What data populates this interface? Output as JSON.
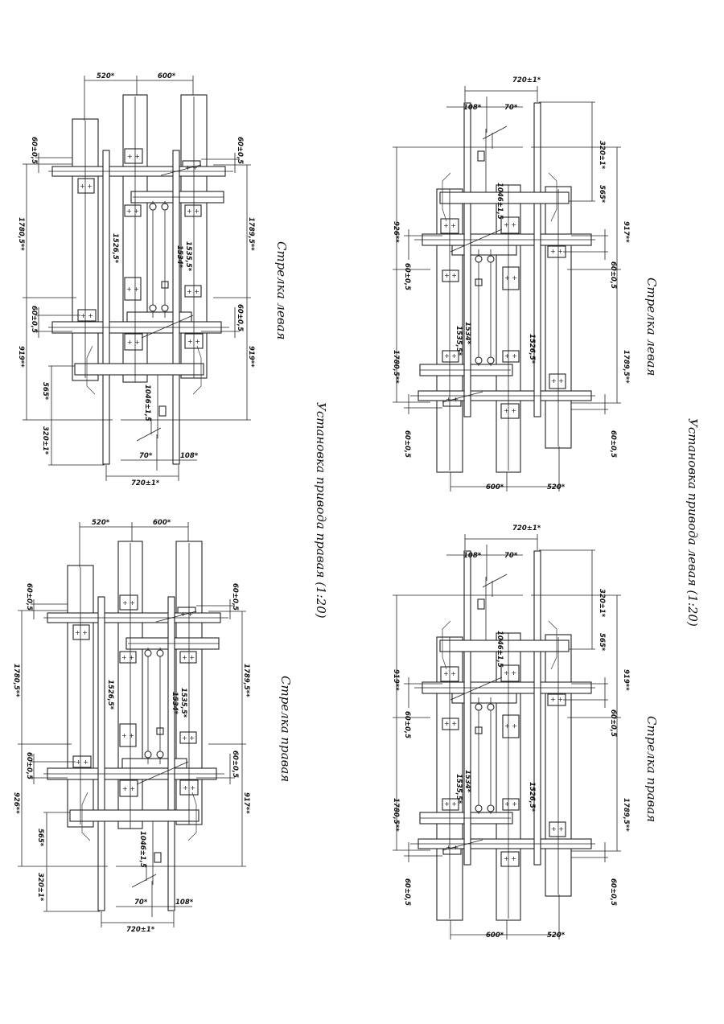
{
  "captions": {
    "right_install": "Установка привода правая (1:20)",
    "left_install": "Установка привода левая (1:20)"
  },
  "drawings": [
    {
      "title": "Стрелка левая",
      "dims": {
        "top_a": "520*",
        "top_b": "600*",
        "gauge_tl": "60±0,5",
        "gauge_bl": "60±0,5",
        "gauge_tr": "60±0,5",
        "gauge_br": "60±0,5",
        "left_long": "1780,5**",
        "right_long": "1789,5**",
        "left_short": "919**",
        "right_short": "919**",
        "d565": "565*",
        "d320": "320±1*",
        "d70": "70*",
        "d108": "108*",
        "d720": "720±1*",
        "d1526": "1526,5*",
        "d1535": "1535,5*",
        "d1534": "1534*",
        "d1046": "1046±1,5"
      }
    },
    {
      "title": "Стрелка левая",
      "dims": {
        "top_a": "520*",
        "top_b": "600*",
        "gauge_tl": "60±0,5",
        "gauge_bl": "60±0,5",
        "gauge_tr": "60±0,5",
        "gauge_br": "60±0,5",
        "left_long": "1789,5**",
        "right_long": "1780,5**",
        "left_short": "917**",
        "right_short": "926**",
        "d565": "565*",
        "d320": "320±1*",
        "d70": "70*",
        "d108": "108*",
        "d720": "720±1*",
        "d1526": "1526,5*",
        "d1535": "1535,5*",
        "d1534": "1534*",
        "d1046": "1046±1,5"
      }
    },
    {
      "title": "Стрелка правая",
      "dims": {
        "top_a": "520*",
        "top_b": "600*",
        "gauge_tl": "60±0,5",
        "gauge_bl": "60±0,5",
        "gauge_tr": "60±0,5",
        "gauge_br": "60±0,5",
        "left_long": "1780,5**",
        "right_long": "1789,5**",
        "left_short": "926**",
        "right_short": "917**",
        "d565": "565*",
        "d320": "320±1*",
        "d70": "70*",
        "d108": "108*",
        "d720": "720±1*",
        "d1526": "1526,5*",
        "d1535": "1535,5*",
        "d1534": "1534*",
        "d1046": "1046±1,5"
      }
    },
    {
      "title": "Стрелка правая",
      "dims": {
        "top_a": "520*",
        "top_b": "600*",
        "gauge_tl": "60±0,5",
        "gauge_bl": "60±0,5",
        "gauge_tr": "60±0,5",
        "gauge_br": "60±0,5",
        "left_long": "1789,5**",
        "right_long": "1780,5**",
        "left_short": "919**",
        "right_short": "919**",
        "d565": "565*",
        "d320": "320±1*",
        "d70": "70*",
        "d108": "108*",
        "d720": "720±1*",
        "d1526": "1526,5*",
        "d1535": "1535,5*",
        "d1534": "1534*",
        "d1046": "1046±1,5"
      }
    }
  ]
}
